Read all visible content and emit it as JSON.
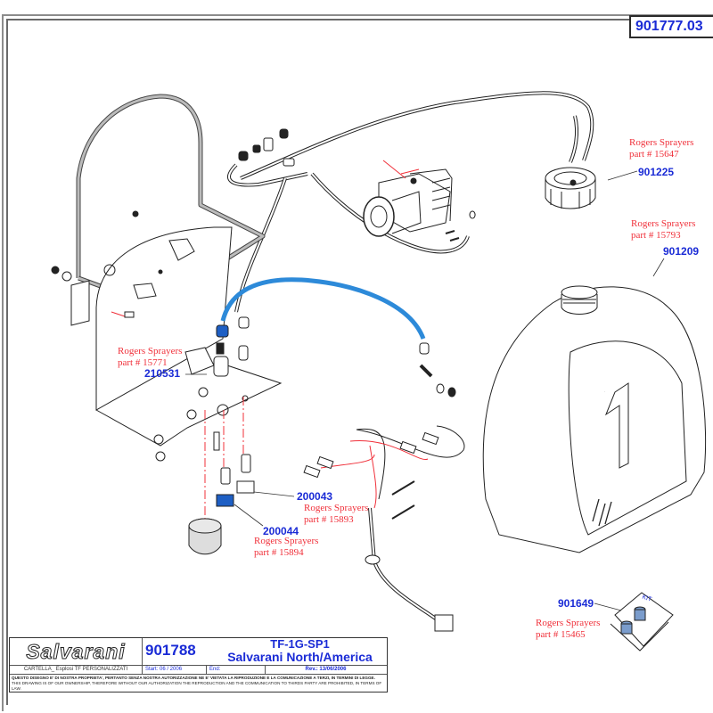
{
  "drawing_number": "901777.03",
  "colors": {
    "part_number": "#1a2bd6",
    "supplier_note": "#f0303a",
    "blue_hose": "#2d8ad9",
    "blue_fitting": "#1e5fc4",
    "frame": "#8c8c8c"
  },
  "callouts": [
    {
      "part_number": "901225",
      "supplier": "Rogers Sprayers",
      "supplier_part": "part # 15647",
      "component": "tank-cap"
    },
    {
      "part_number": "901209",
      "supplier": "Rogers Sprayers",
      "supplier_part": "part # 15793",
      "component": "tank"
    },
    {
      "part_number": "210531",
      "supplier": "Rogers Sprayers",
      "supplier_part": "part # 15771",
      "component": "solenoid-valve"
    },
    {
      "part_number": "200043",
      "supplier": "Rogers Sprayers",
      "supplier_part": "part # 15893",
      "component": "wire-harness-fitting"
    },
    {
      "part_number": "200044",
      "supplier": "Rogers Sprayers",
      "supplier_part": "part # 15894",
      "component": "blue-fitting"
    },
    {
      "part_number": "901649",
      "supplier": "Rogers Sprayers",
      "supplier_part": "part # 15465",
      "component": "kit"
    }
  ],
  "tank_marking": "1",
  "kit_label": "KIT",
  "title_block": {
    "logo": "Salvarani",
    "code": "901788",
    "model": "TF-1G-SP1",
    "model_name": "Salvarani North/America",
    "folder": "CARTELLA_ Esplosi TF PERSONALIZZATI",
    "start": "Start: 06 / 2006",
    "end": "End:",
    "revision": "Rev.: 13/06/2006",
    "disclaimer_it": "QUESTO DISEGNO E' DI NOSTRA PROPRIETA', PERTANTO SENZA NOSTRA AUTORIZZAZIONE NE E' VIETATA LA RIPRODUZIONE E LA COMUNICAZIONE A TERZI, IN TERMINI DI LEGGE.",
    "disclaimer_en": "THIS DRAWING IS OF OUR OWNERSHIP, THEREFORE WITHOUT OUR AUTHORIZATION THE REPRODUCTION AND THE COMMUNICATION TO THIRDS PARTY ARE PROHIBITED, IN TERMS OF LAW."
  }
}
